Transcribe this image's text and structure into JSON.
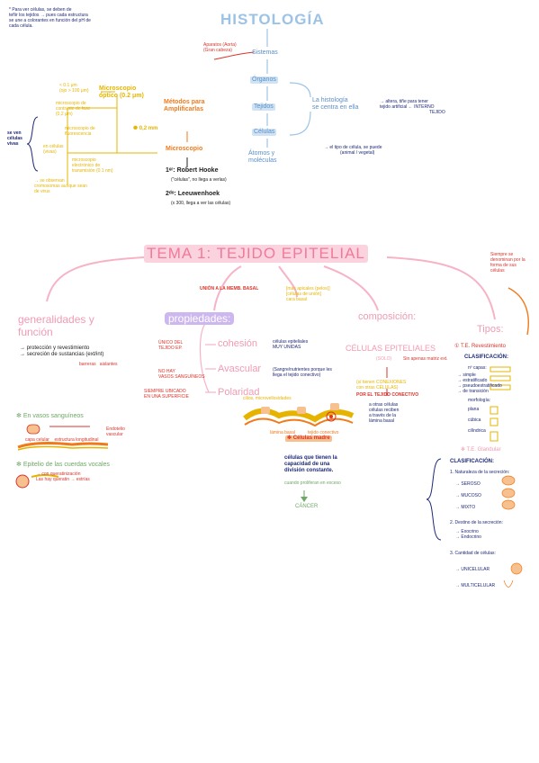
{
  "top_note": [
    "* Para ver células, se deben de",
    "teñir los tejidos → pues cada estructura",
    "se une a colorantes en función del pH de",
    "cada célula."
  ],
  "histo": {
    "title": "HISTOLOGÍA",
    "levels": [
      "Sistemas",
      "Órganos",
      "Tejidos",
      "Células",
      "Átomos y",
      "moléculas"
    ],
    "aparatos": [
      "Aparatos (Aorta)",
      "(Gran cabeza)"
    ],
    "centra": [
      "La histología",
      "se centra en ella"
    ],
    "obtener": [
      "→ altera, tiñe para tener",
      "tejido artificial ← INTERNO",
      "TEJIDO"
    ],
    "tipos_celulas": [
      "→ el tipo de célula, se puede",
      "(animal / vegetal)"
    ]
  },
  "micro": {
    "mayor": [
      "< 0.1 μm",
      "(ojo > 100 μm)"
    ],
    "optico": [
      "Microscopio",
      "óptico (0.2 μm)"
    ],
    "contraste": [
      "microscopio de",
      "contraste de fase",
      "(0,2 μm)"
    ],
    "fluor": [
      "microscopio de",
      "fluorescencia"
    ],
    "electronico": [
      "microscopio",
      "electrónico de",
      "transmisión (0.1 nm)"
    ],
    "celulas": [
      "se ven",
      "células",
      "vivas"
    ],
    "virus": [
      "→ se observan",
      "cromosomas aunque sean",
      "de virus"
    ],
    "en_celulas": [
      "en células",
      "(vivas)"
    ],
    "metodos": [
      "Métodos para",
      "Amplificarlas"
    ],
    "escala": "0,2 mm",
    "micro_label": "Microscopio",
    "hooke": "1ᵉʳ: Robert Hooke",
    "hooke_note": "(\"células\", no llega a verlas)",
    "leeuw": "2ᵈᵒ: Leeuwenhoek",
    "leeuw_note": "(x 300, llega a ver las células)"
  },
  "tema": {
    "title": "TEMA 1: TEJIDO EPITELIAL",
    "nota_formas": [
      "Siempre se",
      "denominan por la",
      "forma de sus",
      "células"
    ]
  },
  "gen": {
    "title": [
      "generalidades y",
      "función"
    ],
    "items": [
      "→ protección y revestimiento",
      "→ secreción de sustancias (ext/int)"
    ],
    "sub": [
      "barreras",
      "aislantes"
    ],
    "vasos": "En vasos sanguíneos",
    "vasos_sub": [
      "capa celular",
      "estructura longitudinal"
    ],
    "endotelio": [
      "Endotelio",
      "vascular"
    ],
    "cuerdas": "Epitelio de las cuerdas vocales",
    "cuerdas_sub": [
      "→ con queratinización",
      "Las hay queratin → estrías"
    ]
  },
  "prop": {
    "title": "propiedades:",
    "union": "UNIÓN A LA MEMB. BASAL",
    "cohesion": "cohesión",
    "cohesion_sub": [
      "células epiteliales",
      "MUY UNIDAS"
    ],
    "avascular": "Avascular",
    "avascular_sub": [
      "(Sangre/nutrientes porque les",
      "llega el tejido conectivo)"
    ],
    "polaridad": "Polaridad",
    "uniones": [
      "ÚNICO DEL",
      "TEJIDO EP."
    ],
    "apical": [
      "NO HAY",
      "VASOS SANGUÍNEOS"
    ],
    "basal": [
      "SIEMPRE UBICADO",
      "EN UNA SUPERFICIE"
    ],
    "celulas_madre": "Células madre",
    "renuevan": [
      "células que tienen la",
      "capacidad de una",
      "división constante."
    ],
    "cancer": "CÁNCER",
    "cuando": "cuando proliferan en exceso",
    "esquema": [
      "[más apicales (pelos)]",
      "[células de unión]",
      "cara basal"
    ],
    "cilios": "cilios, microvellosidades",
    "lamina": "lámina basal",
    "tejido_con": "tejido conectivo"
  },
  "comp": {
    "title": "composición:",
    "celulas": "CÉLULAS EPITELIALES",
    "solo": "(SOLO)",
    "sin_matriz": "Sin apenas matriz ext.",
    "fibras": [
      "(sí tienen CONEXIONES",
      "con otras CÉLULAS)"
    ],
    "conectivo": "POR EL TEJIDO CONECTIVO",
    "nutr": [
      "a otras células",
      "células reciben",
      "a través de la",
      "lámina basal"
    ]
  },
  "tipos": {
    "title": "Tipos:",
    "rev": "T.E. Revestimiento",
    "clasif": "CLASIFICACIÓN:",
    "capas": "nº capas:",
    "capas_items": [
      "→ simple",
      "→ estratificado",
      "→ pseudoestratificado",
      "→ de transición"
    ],
    "morf": "morfología:",
    "morf_items": [
      "plana",
      "cúbica",
      "cilíndrica"
    ],
    "gland": "T.E. Glandular",
    "gland_clasif": "CLASIFICACIÓN:",
    "nat": "1. Naturaleza de la secreción:",
    "nat_items": [
      "→ SEROSO",
      "→ MUCOSO",
      "→ MIXTO"
    ],
    "dest": "2. Destino de la secreción:",
    "dest_items": [
      "→ Exocrino",
      "→ Endocrino"
    ],
    "cant": "3. Cantidad de células:",
    "cant_items": [
      "→ UNICELULAR",
      "→ MULTICELULAR"
    ]
  }
}
